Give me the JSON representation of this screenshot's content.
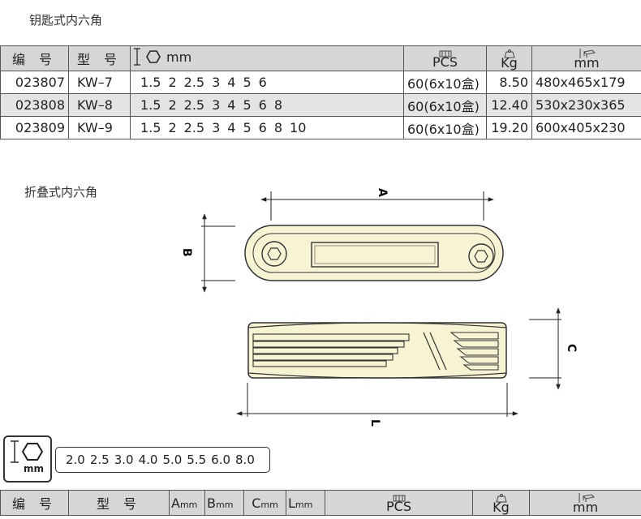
{
  "sections": {
    "key_type_title": "钥匙式内六角",
    "folding_type_title": "折叠式内六角"
  },
  "table1": {
    "headers": {
      "code": "编 号",
      "model": "型 号",
      "hex_unit": "mm",
      "pcs": "PCS",
      "kg": "Kg",
      "dims": "mm"
    },
    "rows": [
      {
        "code": "023807",
        "model": "KW–7",
        "sizes": [
          "1.5",
          "2",
          "2.5",
          "3",
          "4",
          "5",
          "6"
        ],
        "pcs": "60(6x10盒)",
        "kg": "8.50",
        "dims": "480x465x179"
      },
      {
        "code": "023808",
        "model": "KW–8",
        "sizes": [
          "1.5",
          "2",
          "2.5",
          "3",
          "4",
          "5",
          "6",
          "8"
        ],
        "pcs": "60(6x10盒)",
        "kg": "12.40",
        "dims": "530x230x365"
      },
      {
        "code": "023809",
        "model": "KW–9",
        "sizes": [
          "1.5",
          "2",
          "2.5",
          "3",
          "4",
          "5",
          "6",
          "8",
          "10"
        ],
        "pcs": "60(6x10盒)",
        "kg": "19.20",
        "dims": "600x405x230"
      }
    ]
  },
  "drawing": {
    "label_a": "A",
    "label_b": "B",
    "label_c": "C",
    "label_l": "L"
  },
  "folding_sizes": {
    "unit": "mm",
    "values": [
      "2.0",
      "2.5",
      "3.0",
      "4.0",
      "5.0",
      "5.5",
      "6.0",
      "8.0"
    ]
  },
  "table2": {
    "headers": {
      "code": "编 号",
      "model": "型 号",
      "a": "A",
      "b": "B",
      "c": "C",
      "l": "L",
      "unit": "mm",
      "pcs": "PCS",
      "kg": "Kg",
      "dims": "mm"
    }
  },
  "colors": {
    "header_bg": "#d6d6d6",
    "alt_row_bg": "#e4e4e4",
    "tool_fill": "#f7f4d4"
  }
}
